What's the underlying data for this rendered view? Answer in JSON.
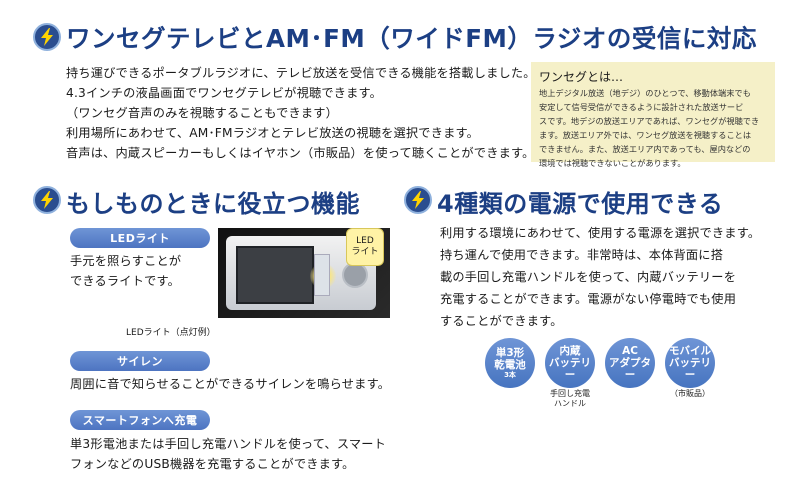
{
  "section_top": {
    "title": "ワンセグテレビとAM･FM（ワイドFM）ラジオの受信に対応",
    "lines": [
      "持ち運びできるポータブルラジオに、テレビ放送を受信できる機能を搭載しました。",
      "4.3インチの液晶画面でワンセグテレビが視聴できます。",
      "（ワンセグ音声のみを視聴することもできます）",
      "利用場所にあわせて、AM･FMラジオとテレビ放送の視聴を選択できます。",
      "音声は、内蔵スピーカーもしくはイヤホン（市販品）を使って聴くことができます。"
    ]
  },
  "note": {
    "title": "ワンセグとは…",
    "lines": [
      "地上デジタル放送（地デジ）のひとつで、移動体端末でも",
      "安定して信号受信ができるように設計された放送サービ",
      "スです。地デジの放送エリアであれば、ワンセグが視聴でき",
      "ます。放送エリア外では、ワンセグ放送を視聴することは",
      "できません。また、放送エリア内であっても、屋内などの",
      "環境では視聴できないことがあります。"
    ]
  },
  "section_emergency": {
    "title": "もしものときに役立つ機能",
    "led": {
      "label": "LEDライト",
      "lines": [
        "手元を照らすことが",
        "できるライトです。"
      ],
      "image_caption": "LEDライト（点灯例）",
      "callout": [
        "LED",
        "ライト"
      ]
    },
    "siren": {
      "label": "サイレン",
      "text": "周囲に音で知らせることができるサイレンを鳴らせます。"
    },
    "smartphone": {
      "label": "スマートフォンへ充電",
      "lines": [
        "単3形電池または手回し充電ハンドルを使って、スマート",
        "フォンなどのUSB機器を充電することができます。"
      ]
    }
  },
  "section_power": {
    "title": "4種類の電源で使用できる",
    "lines": [
      "利用する環境にあわせて、使用する電源を選択できます。",
      "持ち運んで使用できます。非常時は、本体背面に搭",
      "載の手回し充電ハンドルを使って、内蔵バッテリーを",
      "充電することができます。電源がない停電時でも使用",
      "することができます。"
    ],
    "sources": [
      {
        "line1": "単3形",
        "line2": "乾電池",
        "sub": "3本",
        "caption": []
      },
      {
        "line1": "内蔵",
        "line2": "バッテリー",
        "sub": "",
        "caption": [
          "手回し充電",
          "ハンドル"
        ]
      },
      {
        "line1": "AC",
        "line2": "アダプター",
        "sub": "",
        "caption": []
      },
      {
        "line1": "モバイル",
        "line2": "バッテリー",
        "sub": "",
        "caption": [
          "（市販品）"
        ]
      }
    ]
  },
  "colors": {
    "heading": "#1c3f84",
    "pill": "#5a82cc",
    "note_bg": "#f5f0c8",
    "bolt": "#ffd400"
  },
  "icons": {
    "section_icon": "lightning-bolt-icon"
  }
}
